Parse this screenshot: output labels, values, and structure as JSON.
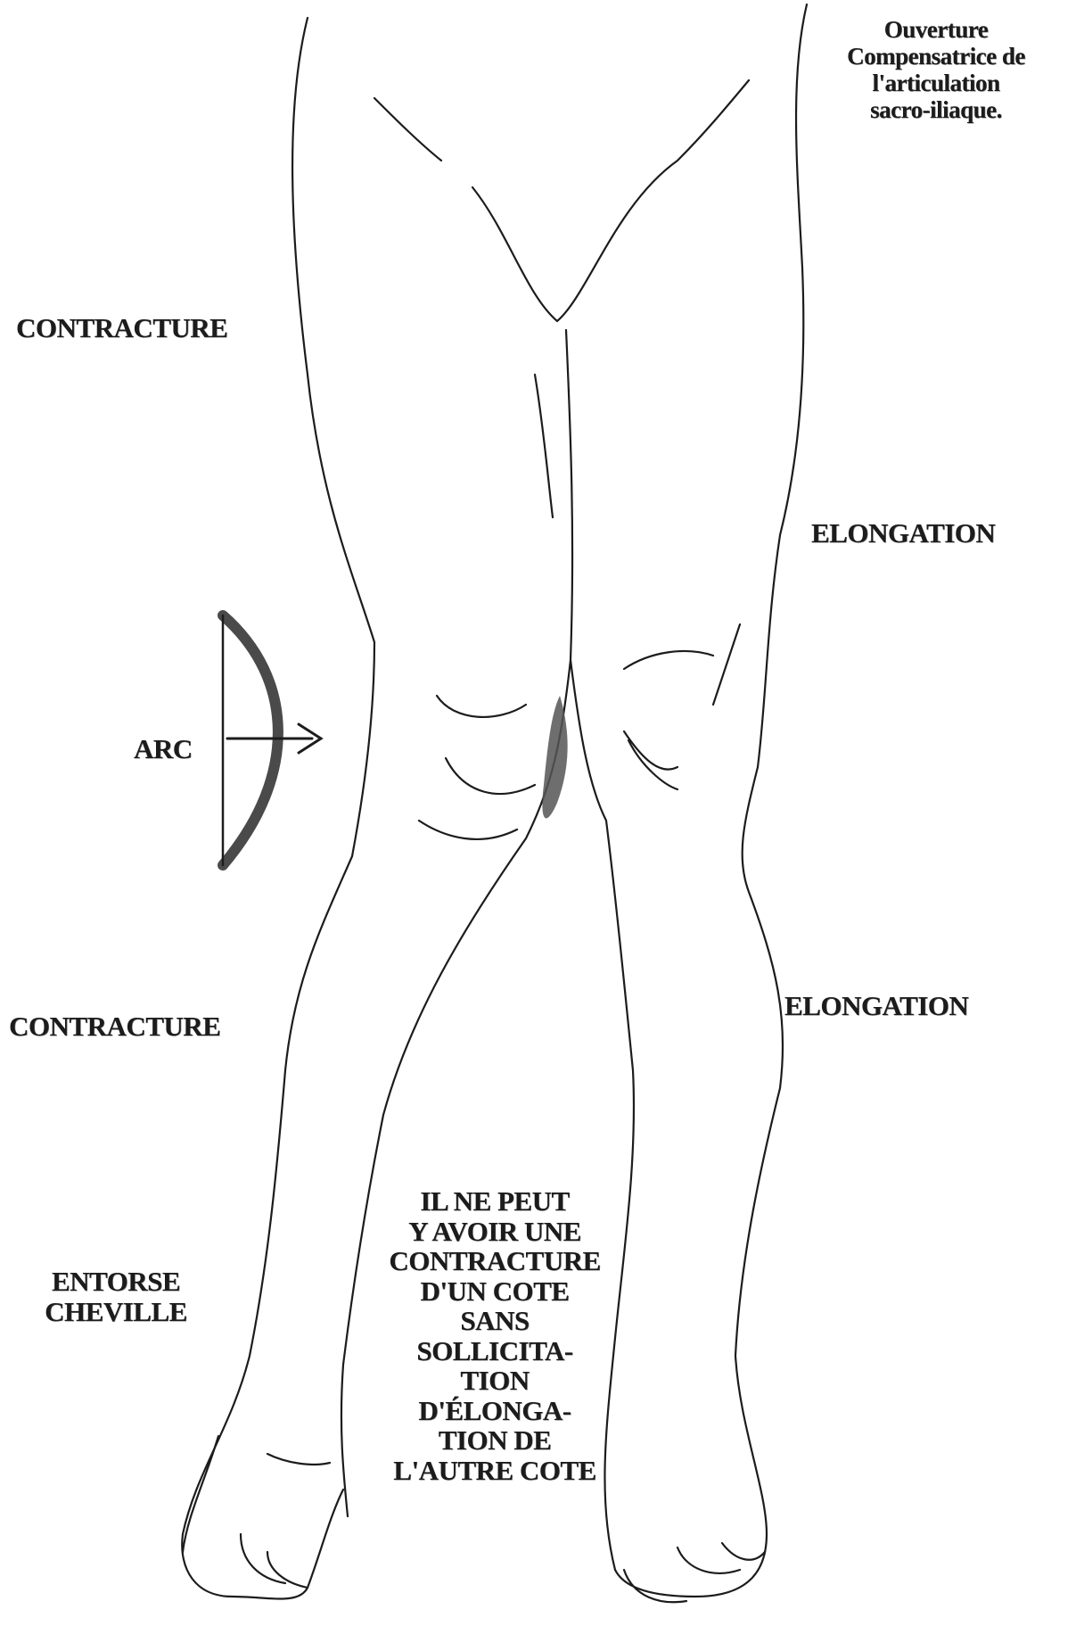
{
  "labels": {
    "sacro": [
      "Ouverture",
      "Compensatrice de",
      "l'articulation",
      "sacro-iliaque."
    ],
    "contracture_upper": "CONTRACTURE",
    "elongation_upper": "ELONGATION",
    "arc": "ARC",
    "contracture_lower": "CONTRACTURE",
    "elongation_lower": "ELONGATION",
    "entorse": [
      "ENTORSE",
      "CHEVILLE"
    ],
    "note": [
      "IL NE PEUT",
      "Y AVOIR UNE",
      "CONTRACTURE",
      "D'UN COTE",
      "SANS",
      "SOLLICITA-",
      "TION",
      "D'ÉLONGA-",
      "TION DE",
      "L'AUTRE COTE"
    ]
  },
  "colors": {
    "ink": "#1c1c1c",
    "paper": "#ffffff",
    "shade": "#555555"
  }
}
